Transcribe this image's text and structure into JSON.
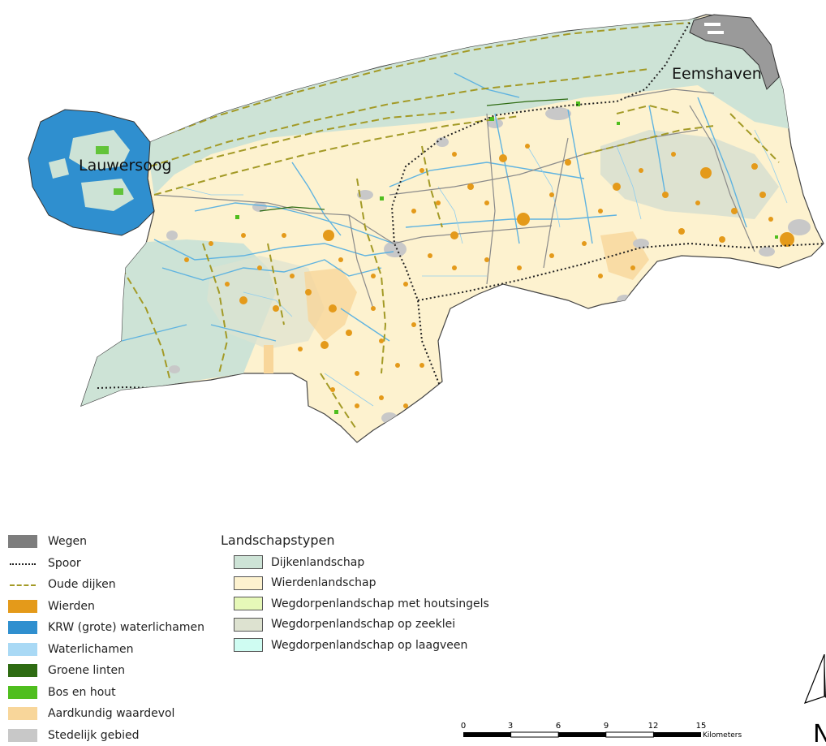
{
  "map": {
    "place_labels": [
      "Lauwersoog",
      "Eemshaven"
    ]
  },
  "legend": {
    "items": [
      {
        "label": "Wegen",
        "color": "#7d7d7d",
        "kind": "fill"
      },
      {
        "label": "Spoor",
        "color": "#222222",
        "kind": "dotted"
      },
      {
        "label": "Oude dijken",
        "color": "#a39a26",
        "kind": "dashed"
      },
      {
        "label": "Wierden",
        "color": "#e49a1a",
        "kind": "fill"
      },
      {
        "label": "KRW (grote) waterlichamen",
        "color": "#2f8fcf",
        "kind": "fill"
      },
      {
        "label": "Waterlichamen",
        "color": "#a9d9f5",
        "kind": "fill"
      },
      {
        "label": "Groene linten",
        "color": "#2e6b12",
        "kind": "fill"
      },
      {
        "label": "Bos en hout",
        "color": "#4fbe1e",
        "kind": "fill"
      },
      {
        "label": "Aardkundig waardevol",
        "color": "#f8d69a",
        "kind": "fill"
      },
      {
        "label": "Stedelijk gebied",
        "color": "#c8c8c8",
        "kind": "fill"
      }
    ],
    "landscape_title": "Landschapstypen",
    "landscape_items": [
      {
        "label": "Dijkenlandschap",
        "color": "#cde3d6"
      },
      {
        "label": "Wierdenlandschap",
        "color": "#fdf2cf"
      },
      {
        "label": "Wegdorpenlandschap met houtsingels",
        "color": "#e6f8b8"
      },
      {
        "label": "Wegdorpenlandschap op zeeklei",
        "color": "#dde2d0"
      },
      {
        "label": "Wegdorpenlandschap op laagveen",
        "color": "#cffcf2"
      }
    ]
  },
  "scalebar": {
    "ticks": [
      "0",
      "3",
      "6",
      "9",
      "12",
      "15"
    ],
    "unit": "Kilometers"
  },
  "north_arrow": {
    "label": "N"
  }
}
